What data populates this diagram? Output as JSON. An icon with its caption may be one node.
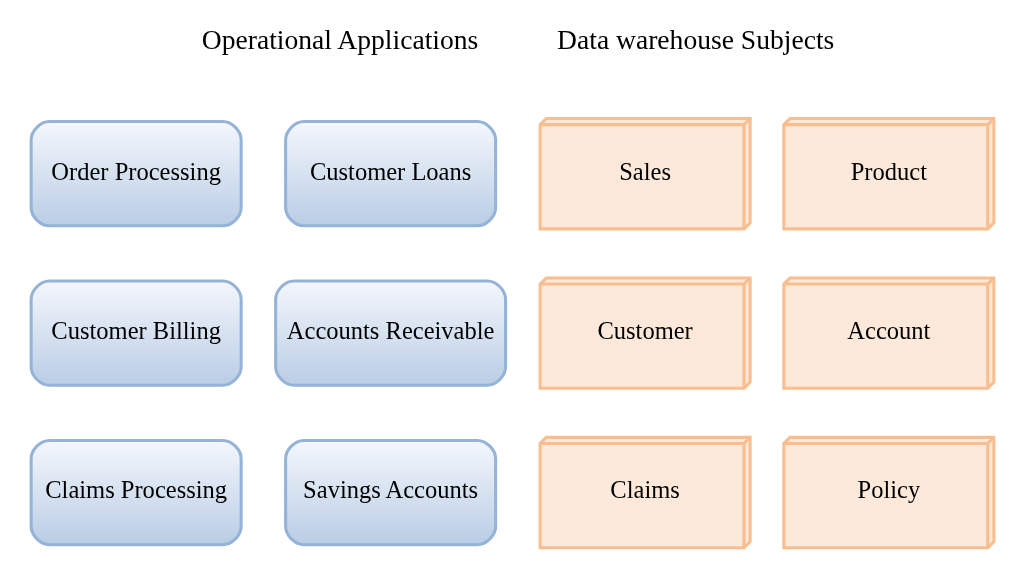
{
  "diagram": {
    "nodes": [
      {
        "text": [
          "Order Processing"
        ]
      },
      {
        "text": [
          "Customer Loans"
        ]
      },
      {
        "text": [
          "Customer Billing"
        ]
      },
      {
        "text": [
          "Accounts Receivable"
        ]
      },
      {
        "text": [
          "Claims Processing"
        ]
      },
      {
        "text": [
          "Savings Accounts"
        ]
      },
      {
        "text": [
          "Sales"
        ]
      },
      {
        "text": [
          "Product"
        ]
      },
      {
        "text": [
          "Customer"
        ]
      },
      {
        "text": [
          "Account"
        ]
      },
      {
        "text": [
          "Claims"
        ]
      },
      {
        "text": [
          "Policy"
        ]
      }
    ],
    "edges": [],
    "labels": [
      "Operational Applications",
      "Data warehouse Subjects"
    ]
  }
}
